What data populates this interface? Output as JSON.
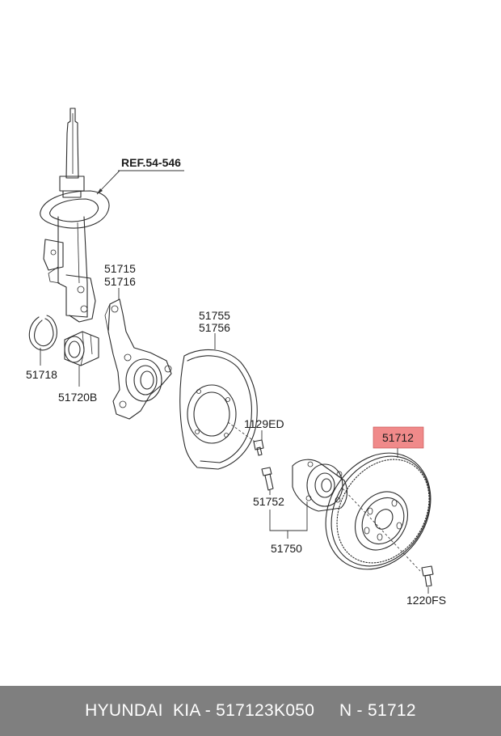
{
  "labels": {
    "ref": "REF.54-546",
    "p51715": "51715",
    "p51716": "51716",
    "p51718": "51718",
    "p51720b": "51720B",
    "p51755": "51755",
    "p51756": "51756",
    "p1129ed": "1129ED",
    "p51712": "51712",
    "p51752": "51752",
    "p51750": "51750",
    "p1220fs": "1220FS"
  },
  "highlight_color": "#f08a8a",
  "footer": {
    "brand": "HYUNDAI  KIA - 517123K050",
    "number": "N - 51712"
  }
}
